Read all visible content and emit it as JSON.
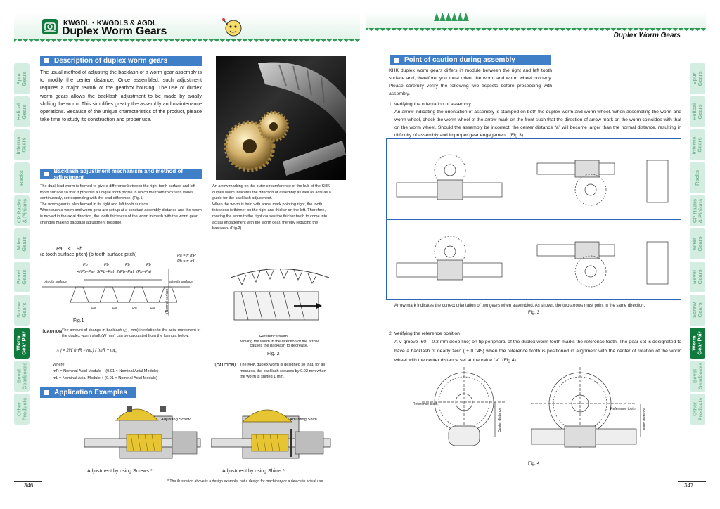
{
  "header": {
    "series": "KWGDL・KWGDLS & AGDL",
    "title": "Duplex Worm Gears",
    "right_title": "Duplex Worm Gears"
  },
  "colors": {
    "brand_green": "#0f7a3c",
    "tab_light": "#d3ede0",
    "section_blue": "#3f7fc8",
    "frame_blue": "#2d62b5"
  },
  "side_tabs": [
    {
      "label": "Spur\nGears",
      "active": false
    },
    {
      "label": "Helical\nGears",
      "active": false
    },
    {
      "label": "Internal\nGears",
      "active": false
    },
    {
      "label": "Racks",
      "active": false
    },
    {
      "label": "CP Racks\n& Pinions",
      "active": false
    },
    {
      "label": "Miter\nGears",
      "active": false
    },
    {
      "label": "Bevel\nGears",
      "active": false
    },
    {
      "label": "Screw\nGears",
      "active": false
    },
    {
      "label": "Worm\nGear Pair",
      "active": true
    },
    {
      "label": "Bevel\nGearboxes",
      "active": false
    },
    {
      "label": "Other\nProducts",
      "active": false
    }
  ],
  "left": {
    "desc_header": "Description of duplex worm gears",
    "desc_text": "The usual method of adjusting the backlash of a worm gear assembly is to modify the center distance. Once assembled, such adjustment requires a major rework of the gearbox housing.  The use of duplex worm gears allows the backlash adjustment to be made by axially shifting the worm. This simplifies greatly the assembly and maintenance operations. Because of the unique characteristics of the product, please take time to study its construction and proper use.",
    "backlash_header": "Backlash adjustment mechanism and method of adjustment",
    "backlash_text": "The dual-lead worm is formed to give a difference between the right tooth surface and left tooth surface so that it provides a unique tooth profile in which the tooth thickness varies continuously, corresponding with the lead difference. (Fig.1)\nThe worm gear is also formed in its right and left tooth surface.\nWhen such a worm and worm gear are set up at a constant assembly distance and the worm is moved in the axial direction, the tooth thickness of the worm in mesh with the worm gear changes making backlash adjustment possible.",
    "arrow_text": "An arrow marking on the outer circumference of the hub of the KHK duplex worm indicates the direction of assembly as well as acts as a guide for the backlash adjustment.\nWhen the worm is held with arrow mark pointing right, the tooth thickness is thinner on the right and thicker on the left. Therefore, moving the worm to the right causes the thicker teeth to come into actual engagement with the worm gear, thereby reducing the backlash. (Fig.2)",
    "fig1": {
      "ineq_left": "Pa",
      "ineq_op": "<",
      "ineq_right": "Pb",
      "pitch_caption": "(a tooth surface pitch) (b tooth surface pitch)",
      "eq1": "Pa = π mR",
      "eq2": "Pb = π mL",
      "pb": "Pb",
      "diffs": "4(Pb−Pa)  3(Pb−Pa)  2(Pb−Pa)  (Pb−Pa)",
      "b_surface": "b tooth surface",
      "a_surface": "a tooth surface",
      "pa": "Pa",
      "normal": "(Normal surface)",
      "caption": "Fig.1"
    },
    "caution1_label": "〔CAUTION〕",
    "caution1_text": "The amount of change in backlash (△ j  mm) in relation to the axial movement of the duplex worm shaft (W mm) can be calculated from the formula below.",
    "formula": "△ j = 2W  (mR − mL) / (mR + mL)",
    "where": "Where",
    "where1": "mR = Nominal Axial Module −  (0.01 × Nominal Axial Module)",
    "where2": "mL = Nominal Axial Module +  (0.01 × Nominal Axial Module)",
    "fig2": {
      "label": "Reference tooth",
      "note": "Moving the worm in the direction of the arrow causes the backlash to decrease.",
      "caption": "Fig. 2"
    },
    "caution2_label": "〔CAUTION〕",
    "caution2_text": "The KHK duplex worm is designed so that, for all modules, the backlash reduces by 0.02 mm when the worm is shifted 1 mm.",
    "app_header": "Application Examples",
    "app1_label": "Adjusting Screw",
    "app1_caption": "Adjustment by using Screws *",
    "app2_label": "Adjusting Shim",
    "app2_caption": "Adjustment by using Shims *",
    "footnote": "* The illustration above is a design example, not a design for machinery or a device in actual use.",
    "page": "346"
  },
  "right": {
    "caution_header": "Point of caution during assembly",
    "intro": "KHK duplex worm gears differs in module between the right and left tooth surface and, therefore, you must orient the worm and worm wheel properly. Please carefully verify the following two aspects before proceeding with assembly.",
    "item1_title": "1.  Verifying the orientation of assembly",
    "item1_text": "An arrow indicating the orientation of assembly is stamped on both the duplex worm and worm wheel. When assembling the worm and worm wheel, check the worm wheel of the arrow mark on the front such that the direction of arrow mark on the worm coincides with that on the worm wheel. Should the assembly be incorrect, the center distance “a” will become larger than the normal distance, resulting in difficulty of assembly and improper gear engagement. (Fig.3)",
    "fig3_note": "Arrow mark indicates the correct orientation of two gears when assembled. As shown, the two arrows must point in the same direction.",
    "fig3_caption": "Fig. 3",
    "item2_title": "2.  Verifying the reference position",
    "item2_text": "A V-groove (60˚ , 0.3 mm deep line) on tip peripheral of the duplex worm tooth marks the reference tooth. The gear set is designated to have a backlash of nearly zero ( ± 0.045) when the reference tooth is positioned in alignment with the center of rotation of the worm  wheel with the center distance set at the value \"a\". (Fig.4)",
    "fig4_ref1": "Reference tooth",
    "fig4_cd1": "Center distance",
    "fig4_ref2": "Reference tooth",
    "fig4_cd2": "Center distance",
    "fig4_caption": "Fig. 4",
    "page": "347"
  }
}
